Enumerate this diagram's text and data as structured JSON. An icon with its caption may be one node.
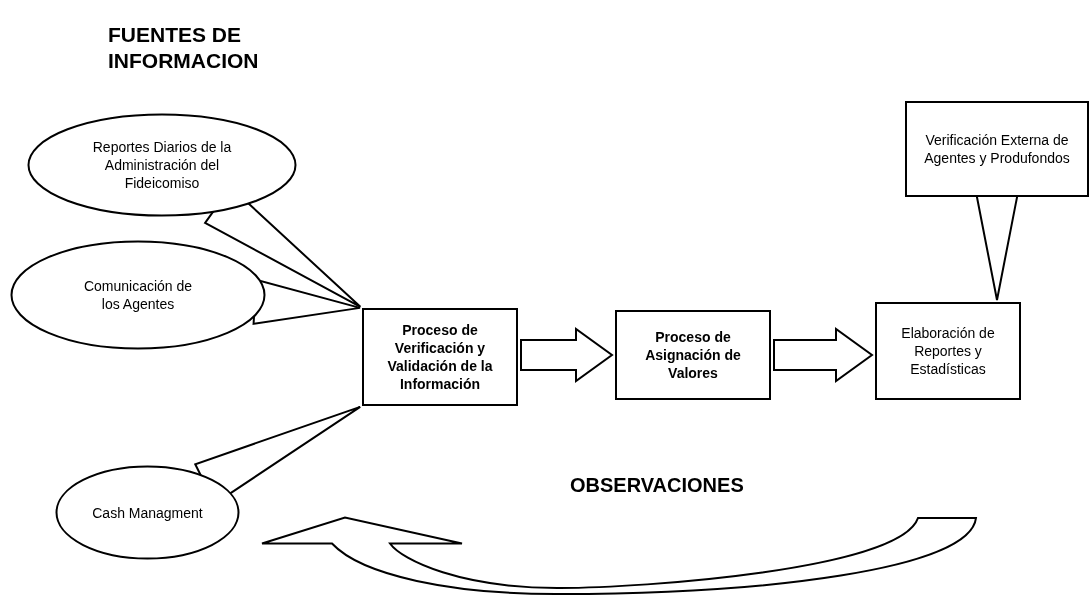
{
  "diagram": {
    "title": "FUENTES DE INFORMACION",
    "nodes": [
      {
        "text": [
          "Reportes Diarios de la Administración del Fideicomiso"
        ]
      },
      {
        "text": [
          "Comunicación de los Agentes"
        ]
      },
      {
        "text": [
          "Cash Managment"
        ]
      },
      {
        "text": [
          "Proceso de Verificación y Validación de la Información"
        ]
      },
      {
        "text": [
          "Proceso de Asignación de Valores"
        ]
      },
      {
        "text": [
          "Elaboración de Reportes y Estadísticas"
        ]
      },
      {
        "text": [
          "Verificación Externa de Agentes y Produfondos"
        ]
      }
    ],
    "edges": [
      {
        "from": 0,
        "to": 3,
        "arrow": "none"
      },
      {
        "from": 1,
        "to": 3,
        "arrow": "none"
      },
      {
        "from": 2,
        "to": 3,
        "arrow": "none"
      },
      {
        "from": 3,
        "to": 4,
        "arrow": "to",
        "style": "thick"
      },
      {
        "from": 4,
        "to": 5,
        "arrow": "to",
        "style": "thick"
      },
      {
        "from": 6,
        "to": 5,
        "arrow": "none"
      },
      {
        "from": null,
        "to": 2,
        "arrow": "to",
        "style": "thick"
      }
    ],
    "labels": [
      "OBSERVACIONES"
    ]
  }
}
